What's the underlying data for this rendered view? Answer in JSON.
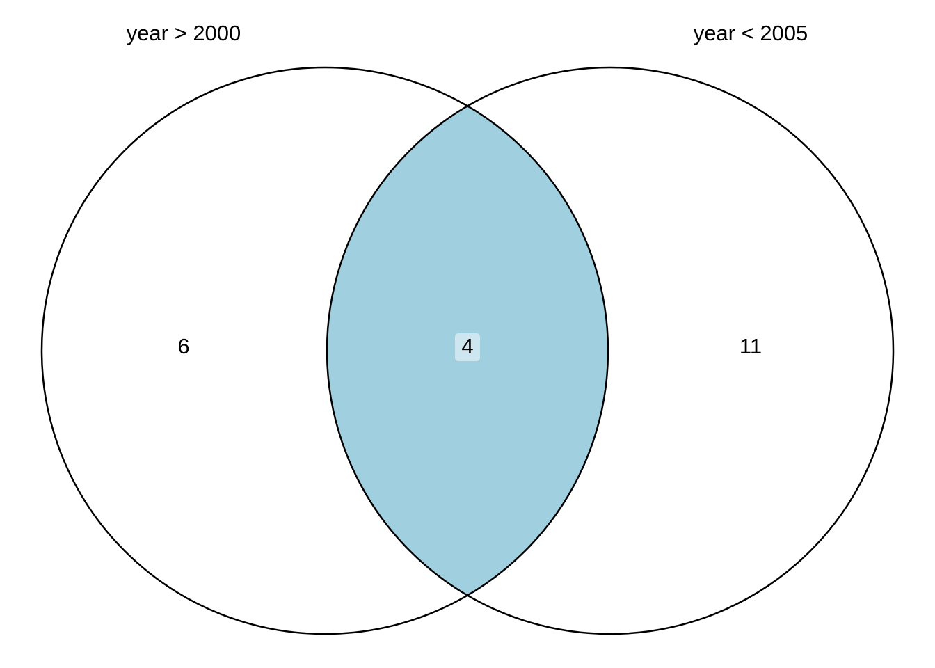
{
  "diagram": {
    "type": "venn",
    "highlight_color": "#a0cfe0",
    "count_badge_color": "#cde6ef",
    "stroke_color": "#000000",
    "sets": [
      {
        "name": "year > 2000"
      },
      {
        "name": "year < 2005"
      }
    ],
    "regions": {
      "left_only": "6",
      "intersection": "4",
      "right_only": "11"
    }
  }
}
